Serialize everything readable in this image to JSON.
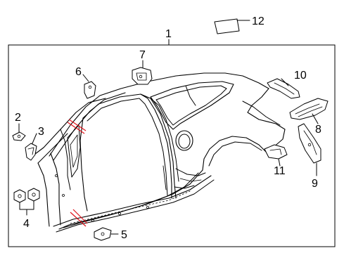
{
  "callouts": [
    {
      "id": "1",
      "label": "1"
    },
    {
      "id": "2",
      "label": "2"
    },
    {
      "id": "3",
      "label": "3"
    },
    {
      "id": "4",
      "label": "4"
    },
    {
      "id": "5",
      "label": "5"
    },
    {
      "id": "6",
      "label": "6"
    },
    {
      "id": "7",
      "label": "7"
    },
    {
      "id": "8",
      "label": "8"
    },
    {
      "id": "9",
      "label": "9"
    },
    {
      "id": "10",
      "label": "10"
    },
    {
      "id": "11",
      "label": "11"
    },
    {
      "id": "12",
      "label": "12"
    }
  ],
  "colors": {
    "line": "#000000",
    "cut_marks": "#e0141c",
    "background": "#ffffff"
  }
}
